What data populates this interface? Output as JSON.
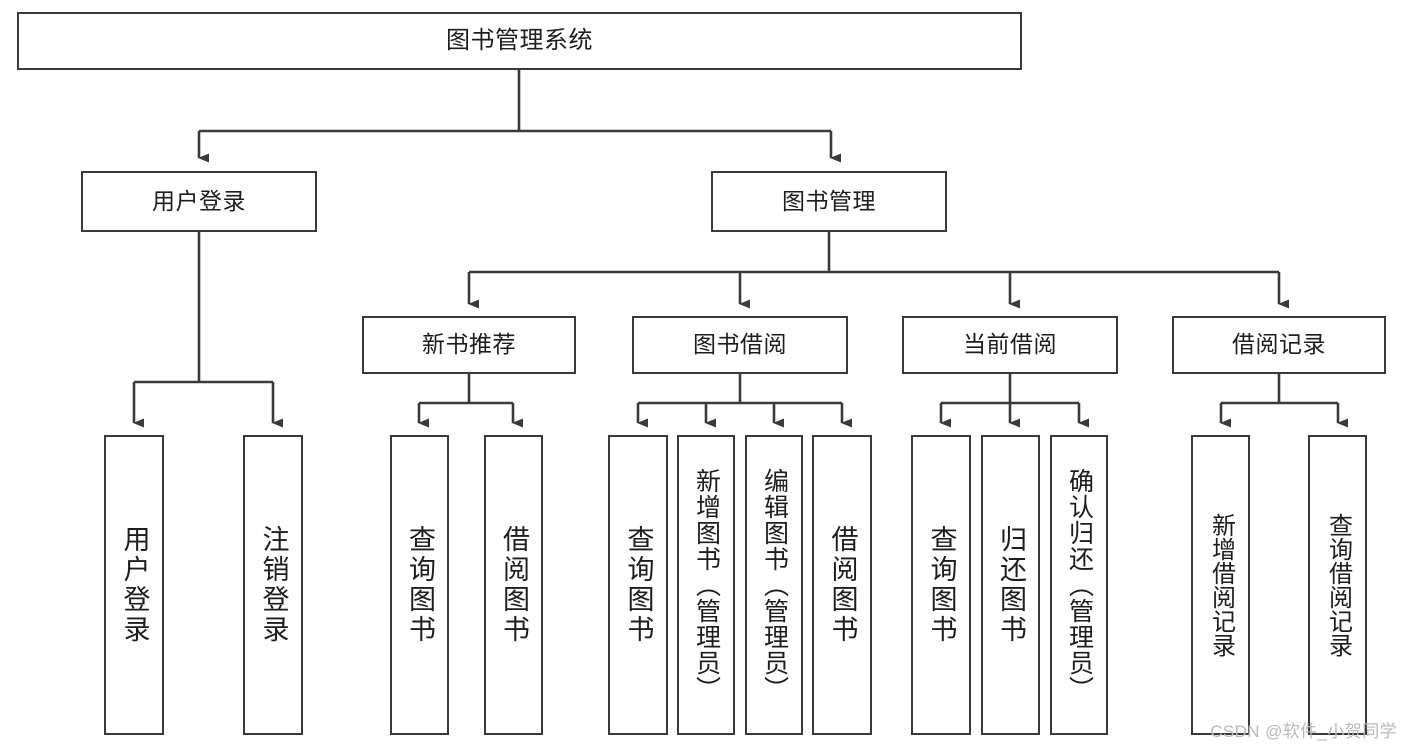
{
  "diagram": {
    "title": "图书管理系统",
    "type": "tree-hierarchy-chart",
    "stroke_color": "#3a3a3a",
    "fill_color": "#ffffff",
    "text_color": "#1d1d1d"
  },
  "nodes": {
    "root": {
      "label": "图书管理系统"
    },
    "level2": [
      {
        "id": "user-login",
        "label": "用户登录"
      },
      {
        "id": "book-manage",
        "label": "图书管理"
      }
    ],
    "level3": [
      {
        "id": "new-book-recommend",
        "label": "新书推荐"
      },
      {
        "id": "book-borrow",
        "label": "图书借阅"
      },
      {
        "id": "current-borrow",
        "label": "当前借阅"
      },
      {
        "id": "borrow-record",
        "label": "借阅记录"
      }
    ],
    "leaves": {
      "user_login": [
        {
          "id": "leaf-user-login",
          "label": "用户登录"
        },
        {
          "id": "leaf-logout-login",
          "label": "注销登录"
        }
      ],
      "new_book_recommend": [
        {
          "id": "leaf-query-book-1",
          "label": "查询图书"
        },
        {
          "id": "leaf-borrow-book-1",
          "label": "借阅图书"
        }
      ],
      "book_borrow": [
        {
          "id": "leaf-query-book-2",
          "label": "查询图书"
        },
        {
          "id": "leaf-add-book",
          "label": "新增图书（管理员）"
        },
        {
          "id": "leaf-edit-book",
          "label": "编辑图书（管理员）"
        },
        {
          "id": "leaf-borrow-book-2",
          "label": "借阅图书"
        }
      ],
      "current_borrow": [
        {
          "id": "leaf-query-book-3",
          "label": "查询图书"
        },
        {
          "id": "leaf-return-book",
          "label": "归还图书"
        },
        {
          "id": "leaf-confirm-return",
          "label": "确认归还（管理员）"
        }
      ],
      "borrow_record": [
        {
          "id": "leaf-add-record",
          "label": "新增借阅记录"
        },
        {
          "id": "leaf-query-record",
          "label": "查询借阅记录"
        }
      ]
    }
  },
  "watermark": {
    "text": "CSDN @软件_小贺同学"
  }
}
